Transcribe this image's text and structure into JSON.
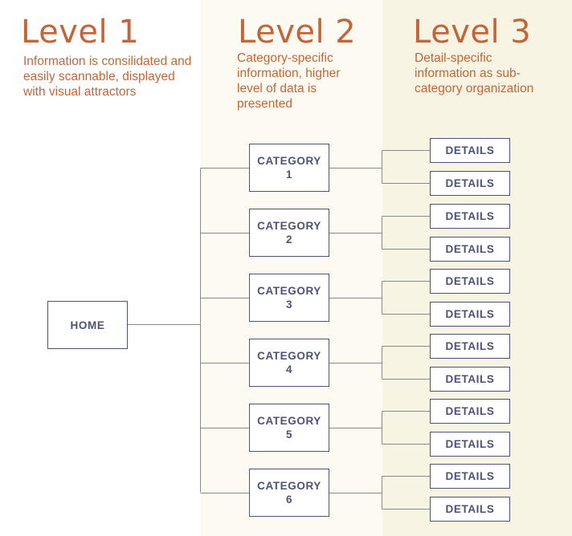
{
  "levels": [
    {
      "title": "Level 1",
      "description": "Information is consilidated and easily scannable, displayed with visual attractors"
    },
    {
      "title": "Level 2",
      "description": "Category-specific information, higher level of data is presented"
    },
    {
      "title": "Level 3",
      "description": "Detail-specific information as sub-category organization"
    }
  ],
  "home": {
    "label": "HOME"
  },
  "categories": [
    {
      "label": "CATEGORY",
      "number": "1",
      "details": [
        "DETAILS",
        "DETAILS"
      ]
    },
    {
      "label": "CATEGORY",
      "number": "2",
      "details": [
        "DETAILS",
        "DETAILS"
      ]
    },
    {
      "label": "CATEGORY",
      "number": "3",
      "details": [
        "DETAILS",
        "DETAILS"
      ]
    },
    {
      "label": "CATEGORY",
      "number": "4",
      "details": [
        "DETAILS",
        "DETAILS"
      ]
    },
    {
      "label": "CATEGORY",
      "number": "5",
      "details": [
        "DETAILS",
        "DETAILS"
      ]
    },
    {
      "label": "CATEGORY",
      "number": "6",
      "details": [
        "DETAILS",
        "DETAILS"
      ]
    }
  ],
  "colors": {
    "title": "#c2663a",
    "box_border": "#4d5277",
    "connector": "#8a8a8a",
    "level2_bg": "#fdfaf2",
    "level3_bg": "#f8f4e4"
  }
}
